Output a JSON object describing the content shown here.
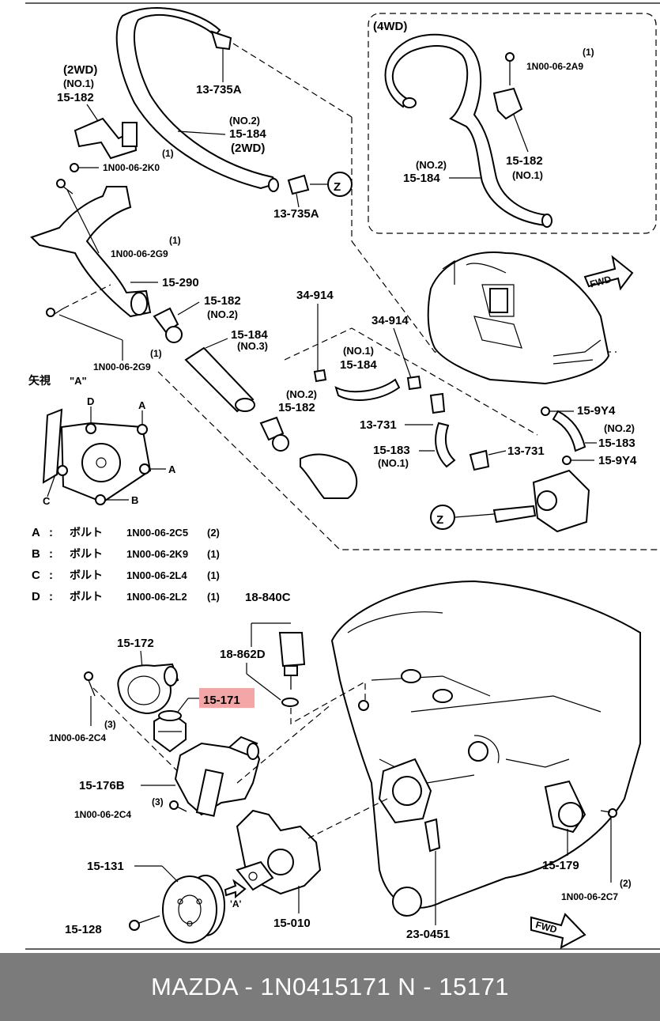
{
  "diagram": {
    "labels": {
      "l_13735A_top": "13-735A",
      "l_2wd_a": "(2WD)",
      "l_no1_a": "(NO.1)",
      "l_15182_a": "15-182",
      "l_no2_a": "(NO.2)",
      "l_15184_a": "15-184",
      "l_2wd_b": "(2WD)",
      "l_1_a": "(1)",
      "l_2K0": "1N00-06-2K0",
      "l_z_a": "Z",
      "l_13735A_b": "13-735A",
      "l_1_b": "(1)",
      "l_2G9_a": "1N00-06-2G9",
      "l_15290": "15-290",
      "l_15182_b": "15-182",
      "l_no2_b": "(NO.2)",
      "l_15184_b": "15-184",
      "l_no3": "(NO.3)",
      "l_1_c": "(1)",
      "l_2G9_b": "1N00-06-2G9",
      "l_view": "矢視",
      "l_viewA": "\"A\"",
      "l_4wd": "(4WD)",
      "l_1_d": "(1)",
      "l_2A9": "1N00-06-2A9",
      "l_15182_c": "15-182",
      "l_no1_c": "(NO.1)",
      "l_no2_c": "(NO.2)",
      "l_15184_c": "15-184",
      "l_fwd_a": "FWD",
      "l_34914_a": "34-914",
      "l_34914_b": "34-914",
      "l_no1_d": "(NO.1)",
      "l_15184_d": "15-184",
      "l_no2_d": "(NO.2)",
      "l_15182_d": "15-182",
      "l_13731_a": "13-731",
      "l_15183_a": "15-183",
      "l_no1_e": "(NO.1)",
      "l_13731_b": "13-731",
      "l_159Y4_a": "15-9Y4",
      "l_no2_e": "(NO.2)",
      "l_15183_b": "15-183",
      "l_159Y4_b": "15-9Y4",
      "l_z_b": "Z",
      "l_A1": "A",
      "l_A2": "A",
      "l_B": "B",
      "l_C": "C",
      "l_D": "D",
      "l_18840C": "18-840C",
      "l_18862D": "18-862D",
      "l_15172": "15-172",
      "l_15171": "15-171",
      "l_3_a": "(3)",
      "l_2C4_a": "1N00-06-2C4",
      "l_15176B": "15-176B",
      "l_3_b": "(3)",
      "l_2C4_b": "1N00-06-2C4",
      "l_15131": "15-131",
      "l_15128": "15-128",
      "l_arrA": "'A'",
      "l_15010": "15-010",
      "l_230451": "23-0451",
      "l_15179": "15-179",
      "l_2_a": "(2)",
      "l_2C7": "1N00-06-2C7",
      "l_fwd_b": "FWD"
    },
    "bolt_table": [
      {
        "key": "A",
        "colon": ":",
        "name": "ボルト",
        "code": "1N00-06-2C5",
        "qty": "(2)"
      },
      {
        "key": "B",
        "colon": ":",
        "name": "ボルト",
        "code": "1N00-06-2K9",
        "qty": "(1)"
      },
      {
        "key": "C",
        "colon": ":",
        "name": "ボルト",
        "code": "1N00-06-2L4",
        "qty": "(1)"
      },
      {
        "key": "D",
        "colon": ":",
        "name": "ボルト",
        "code": "1N00-06-2L2",
        "qty": "(1)"
      }
    ],
    "highlight_color": "#f4a6a6"
  },
  "footer": {
    "text": "MAZDA - 1N0415171     N - 15171",
    "background": "#7b7b7b"
  }
}
